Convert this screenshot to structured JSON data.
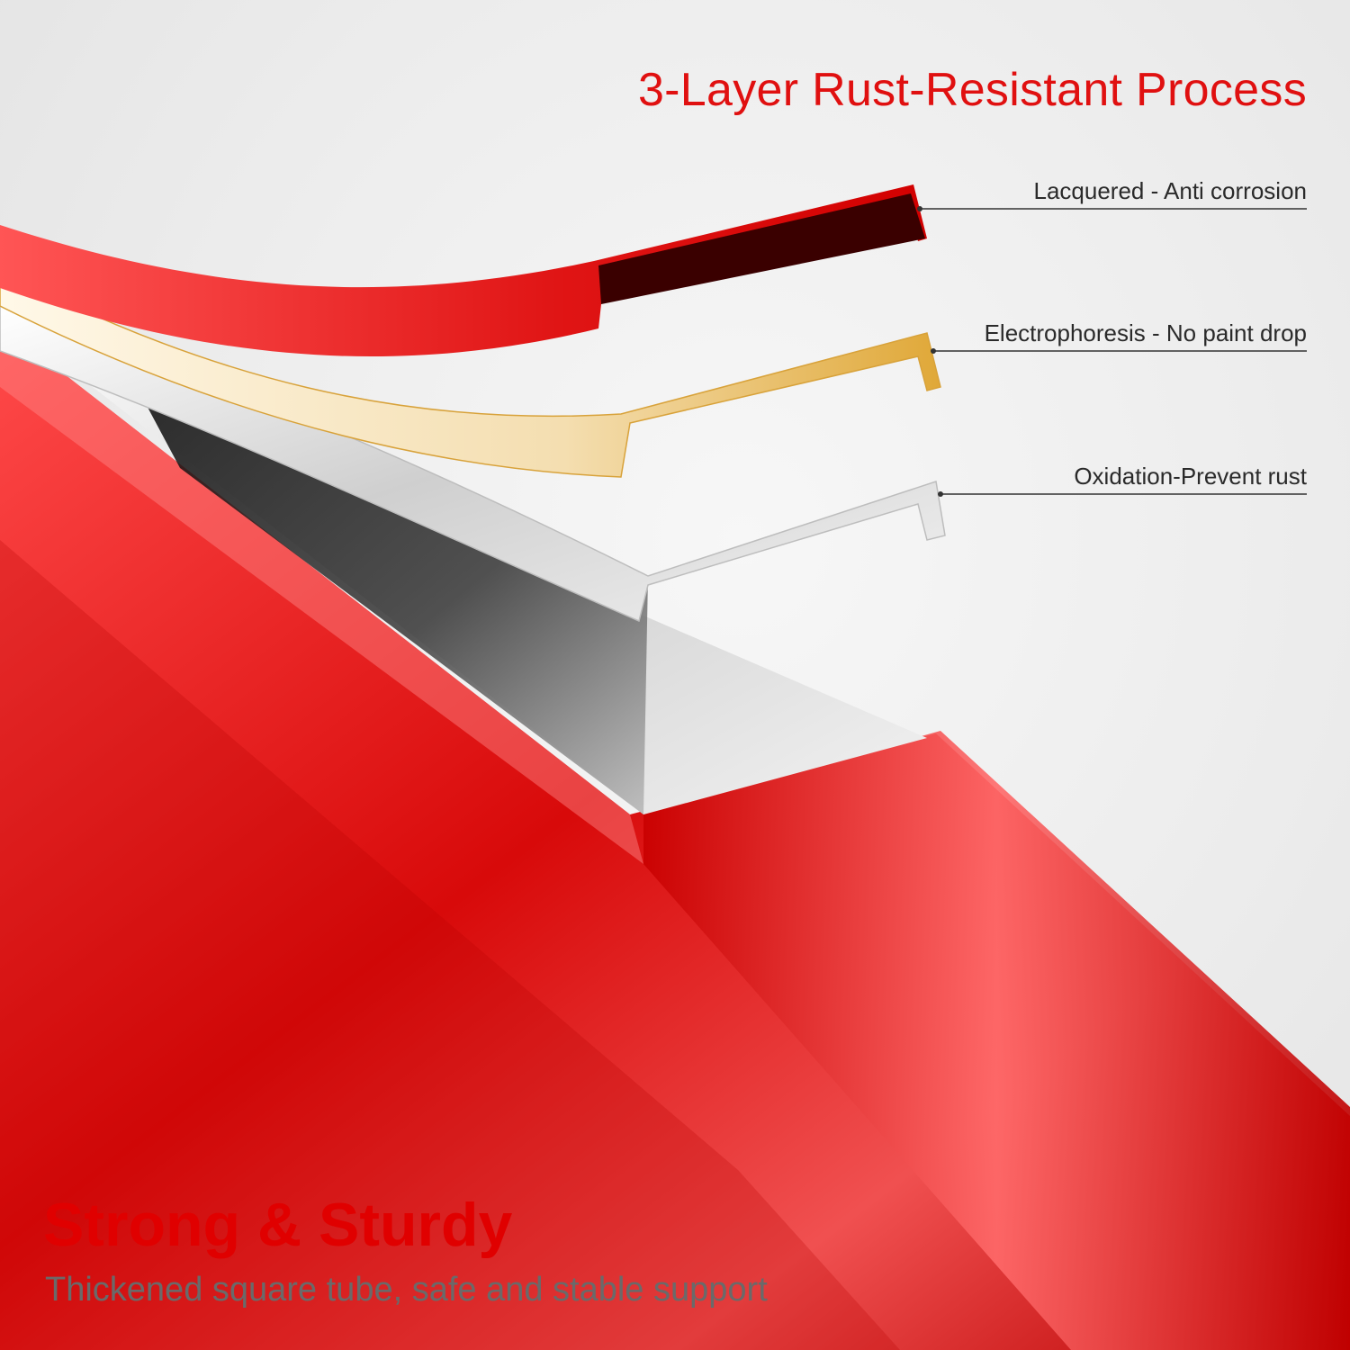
{
  "header": {
    "title": "3-Layer Rust-Resistant Process"
  },
  "layers": [
    {
      "label": "Lacquered - Anti corrosion"
    },
    {
      "label": "Electrophoresis - No paint drop"
    },
    {
      "label": "Oxidation-Prevent rust"
    }
  ],
  "footer": {
    "title": "Strong & Sturdy",
    "subtitle": "Thickened square tube, safe and stable support"
  },
  "colors": {
    "accent_red": "#e01010",
    "tube_red": "#d80a0a",
    "gold_layer": "#e8b040",
    "steel_layer": "#e6e6e6",
    "label_text": "#2a2a2a",
    "subtitle_text": "#6a6a6a"
  }
}
